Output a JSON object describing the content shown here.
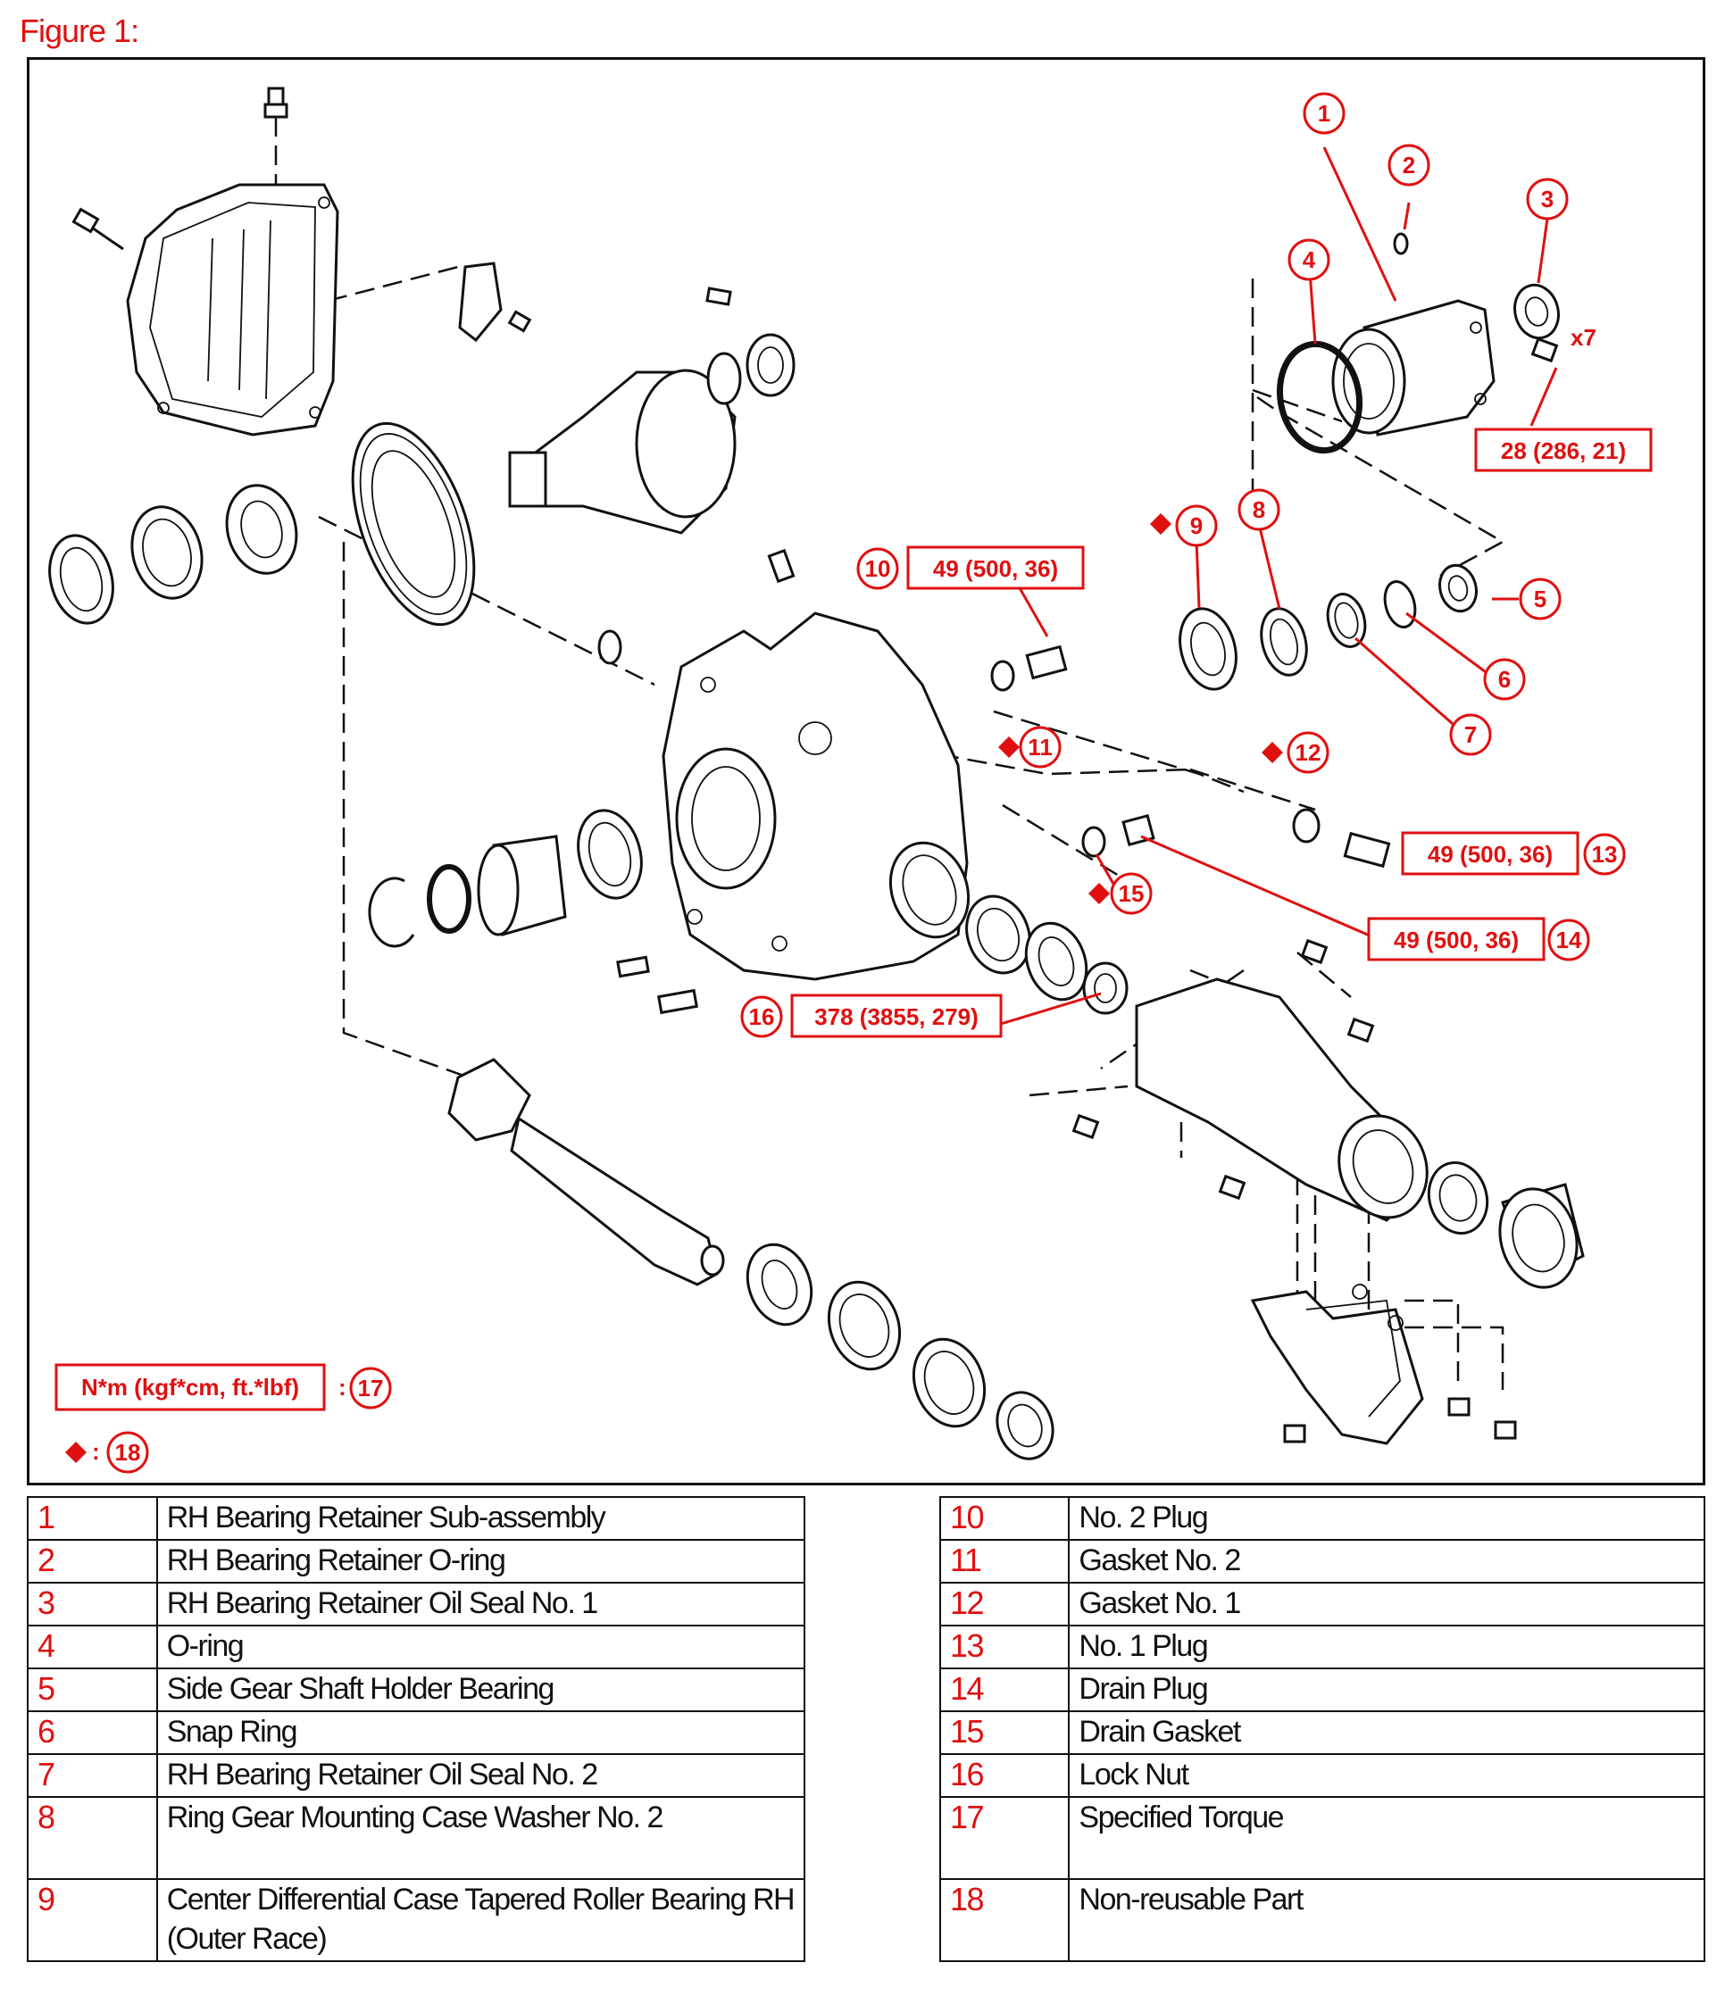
{
  "figure_title": "Figure 1:",
  "callouts": {
    "c1": "1",
    "c2": "2",
    "c3": "3",
    "c4": "4",
    "c5": "5",
    "c6": "6",
    "c7": "7",
    "c8": "8",
    "c9": "9",
    "c10": "10",
    "c11": "11",
    "c12": "12",
    "c13": "13",
    "c14": "14",
    "c15": "15",
    "c16": "16",
    "c17": "17",
    "c18": "18"
  },
  "torques": {
    "t_retainer": "28 (286, 21)",
    "t_no2_plug": "49 (500, 36)",
    "t_no1_plug": "49 (500, 36)",
    "t_drain_plug": "49 (500, 36)",
    "t_lock_nut": "378 (3855, 279)"
  },
  "bolt_quantity": "x7",
  "key": {
    "torque_unit": "N*m (kgf*cm, ft.*lbf)",
    "separator": ":"
  },
  "colors": {
    "accent_red": "#e01010",
    "line": "#111111"
  },
  "legend_left": [
    {
      "num": "1",
      "desc": "RH Bearing Retainer Sub-assembly"
    },
    {
      "num": "2",
      "desc": "RH Bearing Retainer O-ring"
    },
    {
      "num": "3",
      "desc": "RH Bearing Retainer Oil Seal No. 1"
    },
    {
      "num": "4",
      "desc": "O-ring"
    },
    {
      "num": "5",
      "desc": "Side Gear Shaft Holder Bearing"
    },
    {
      "num": "6",
      "desc": "Snap Ring"
    },
    {
      "num": "7",
      "desc": "RH Bearing Retainer Oil Seal No. 2"
    },
    {
      "num": "8",
      "desc": "Ring Gear Mounting Case Washer No. 2"
    },
    {
      "num": "9",
      "desc": "Center Differential Case Tapered Roller Bearing RH (Outer Race)"
    }
  ],
  "legend_right": [
    {
      "num": "10",
      "desc": "No. 2 Plug"
    },
    {
      "num": "11",
      "desc": "Gasket No. 2"
    },
    {
      "num": "12",
      "desc": "Gasket No. 1"
    },
    {
      "num": "13",
      "desc": "No. 1 Plug"
    },
    {
      "num": "14",
      "desc": "Drain Plug"
    },
    {
      "num": "15",
      "desc": "Drain Gasket"
    },
    {
      "num": "16",
      "desc": "Lock Nut"
    },
    {
      "num": "17",
      "desc": "Specified Torque"
    },
    {
      "num": "18",
      "desc": "Non-reusable Part"
    }
  ]
}
